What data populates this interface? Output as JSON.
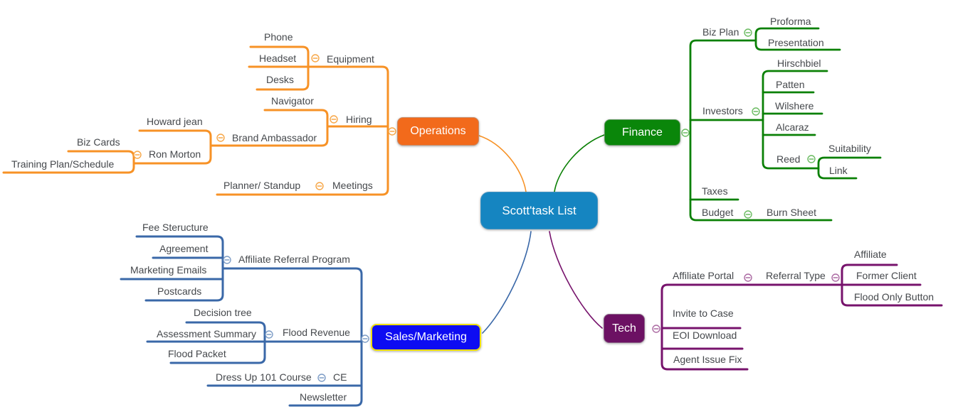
{
  "map": {
    "root": {
      "label": "Scott'task List",
      "color": "#1585C1"
    },
    "branches": [
      {
        "id": "operations",
        "label": "Operations",
        "box_color": "#F26A1B",
        "line_color": "#F79226",
        "icon_color": "#F7A748",
        "collapse_icon": true,
        "children": [
          {
            "id": "equipment",
            "label": "Equipment",
            "collapse_icon": true,
            "children": [
              {
                "id": "phone",
                "label": "Phone"
              },
              {
                "id": "headset",
                "label": "Headset"
              },
              {
                "id": "desks",
                "label": "Desks"
              }
            ]
          },
          {
            "id": "hiring",
            "label": "Hiring",
            "collapse_icon": true,
            "children": [
              {
                "id": "navigator",
                "label": "Navigator"
              },
              {
                "id": "brand-ambassador",
                "label": "Brand Ambassador",
                "collapse_icon": true,
                "children": [
                  {
                    "id": "howard-jean",
                    "label": "Howard jean"
                  },
                  {
                    "id": "ron-morton",
                    "label": "Ron Morton",
                    "collapse_icon": true,
                    "children": [
                      {
                        "id": "biz-cards",
                        "label": "Biz Cards"
                      },
                      {
                        "id": "training-plan-schedule",
                        "label": "Training Plan/Schedule"
                      }
                    ]
                  }
                ]
              }
            ]
          },
          {
            "id": "meetings",
            "label": "Meetings",
            "collapse_icon": true,
            "children": [
              {
                "id": "planner-standup",
                "label": "Planner/ Standup"
              }
            ]
          }
        ]
      },
      {
        "id": "finance",
        "label": "Finance",
        "box_color": "#0A860A",
        "line_color": "#0A8005",
        "icon_color": "#6CBC63",
        "collapse_icon": true,
        "children": [
          {
            "id": "biz-plan",
            "label": "Biz Plan",
            "collapse_icon": true,
            "children": [
              {
                "id": "proforma",
                "label": "Proforma"
              },
              {
                "id": "presentation",
                "label": "Presentation"
              }
            ]
          },
          {
            "id": "investors",
            "label": "Investors",
            "collapse_icon": true,
            "children": [
              {
                "id": "hirschbiel",
                "label": "Hirschbiel"
              },
              {
                "id": "patten",
                "label": "Patten"
              },
              {
                "id": "wilshere",
                "label": "Wilshere"
              },
              {
                "id": "alcaraz",
                "label": "Alcaraz"
              },
              {
                "id": "reed",
                "label": "Reed",
                "collapse_icon": true,
                "children": [
                  {
                    "id": "suitability",
                    "label": "Suitability"
                  },
                  {
                    "id": "link",
                    "label": "Link"
                  }
                ]
              }
            ]
          },
          {
            "id": "taxes",
            "label": "Taxes"
          },
          {
            "id": "budget",
            "label": "Budget",
            "collapse_icon": true,
            "children": [
              {
                "id": "burn-sheet",
                "label": "Burn Sheet"
              }
            ]
          }
        ]
      },
      {
        "id": "sales-marketing",
        "label": "Sales/Marketing",
        "box_color": "#0D0CF2",
        "box_border_color": "#EFE009",
        "line_color": "#3A68A8",
        "icon_color": "#7E9DC6",
        "collapse_icon": true,
        "children": [
          {
            "id": "affiliate-referral-program",
            "label": "Affiliate Referral Program",
            "collapse_icon": true,
            "children": [
              {
                "id": "fee-steructure",
                "label": "Fee Steructure"
              },
              {
                "id": "agreement",
                "label": "Agreement"
              },
              {
                "id": "marketing-emails",
                "label": "Marketing Emails"
              },
              {
                "id": "postcards",
                "label": "Postcards"
              }
            ]
          },
          {
            "id": "flood-revenue",
            "label": "Flood Revenue",
            "collapse_icon": true,
            "children": [
              {
                "id": "decision-tree",
                "label": "Decision tree"
              },
              {
                "id": "assessment-summary",
                "label": "Assessment Summary"
              },
              {
                "id": "flood-packet",
                "label": "Flood Packet"
              }
            ]
          },
          {
            "id": "ce",
            "label": "CE",
            "collapse_icon": true,
            "children": [
              {
                "id": "dress-up-101-course",
                "label": "Dress Up 101 Course"
              }
            ]
          },
          {
            "id": "newsletter",
            "label": "Newsletter"
          }
        ]
      },
      {
        "id": "tech",
        "label": "Tech",
        "box_color": "#6C1163",
        "line_color": "#77136C",
        "icon_color": "#AC6BA3",
        "collapse_icon": true,
        "children": [
          {
            "id": "affiliate-portal",
            "label": "Affiliate Portal",
            "collapse_icon": true,
            "children": [
              {
                "id": "referral-type",
                "label": "Referral Type",
                "collapse_icon": true,
                "children": [
                  {
                    "id": "affiliate",
                    "label": "Affiliate"
                  },
                  {
                    "id": "former-client",
                    "label": "Former Client"
                  },
                  {
                    "id": "flood-only-button",
                    "label": "Flood Only Button"
                  }
                ]
              }
            ]
          },
          {
            "id": "invite-to-case",
            "label": "Invite to Case"
          },
          {
            "id": "eoi-download",
            "label": "EOI Download"
          },
          {
            "id": "agent-issue-fix",
            "label": "Agent Issue Fix"
          }
        ]
      }
    ]
  }
}
